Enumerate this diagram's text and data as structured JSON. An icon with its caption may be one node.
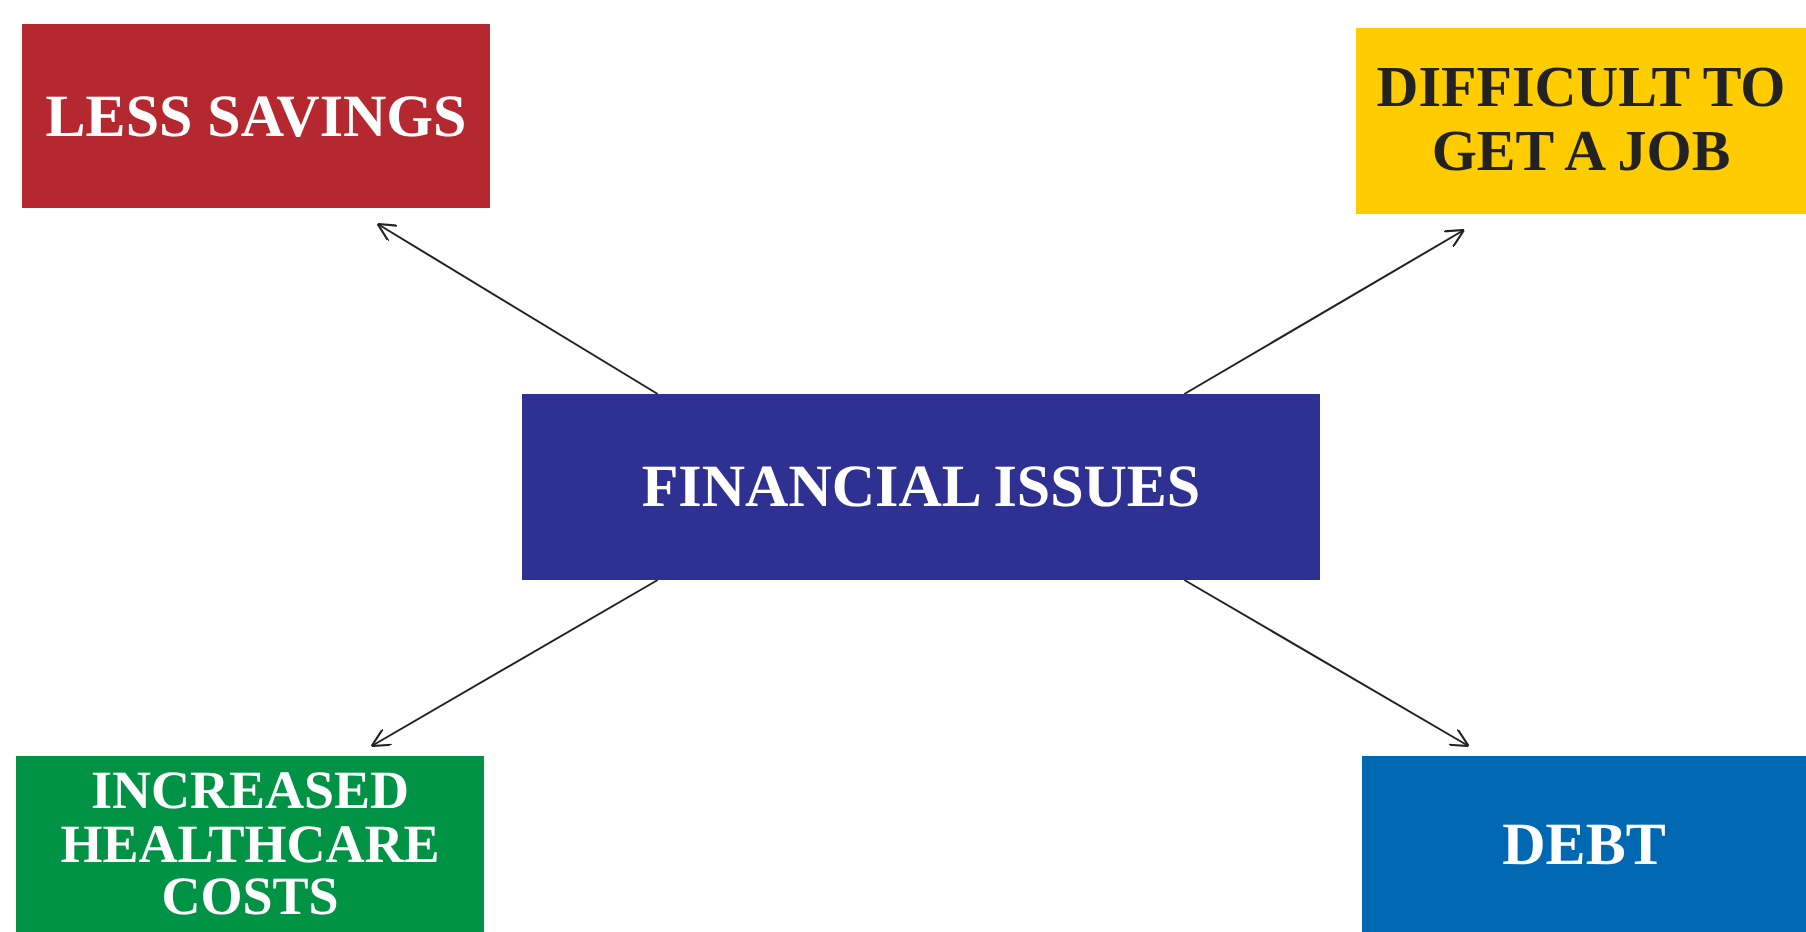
{
  "diagram": {
    "nodes": [
      {
        "text": [
          "FINANCIAL ISSUES"
        ]
      },
      {
        "text": [
          "LESS SAVINGS"
        ]
      },
      {
        "text": [
          "DIFFICULT TO GET A JOB"
        ]
      },
      {
        "text": [
          "INCREASED HEALTHCARE COSTS"
        ]
      },
      {
        "text": [
          "DEBT"
        ]
      }
    ],
    "edges": [
      {
        "from": 0,
        "to": 1,
        "arrow": "to"
      },
      {
        "from": 0,
        "to": 2,
        "arrow": "to"
      },
      {
        "from": 0,
        "to": 3,
        "arrow": "to"
      },
      {
        "from": 0,
        "to": 4,
        "arrow": "to"
      }
    ]
  }
}
